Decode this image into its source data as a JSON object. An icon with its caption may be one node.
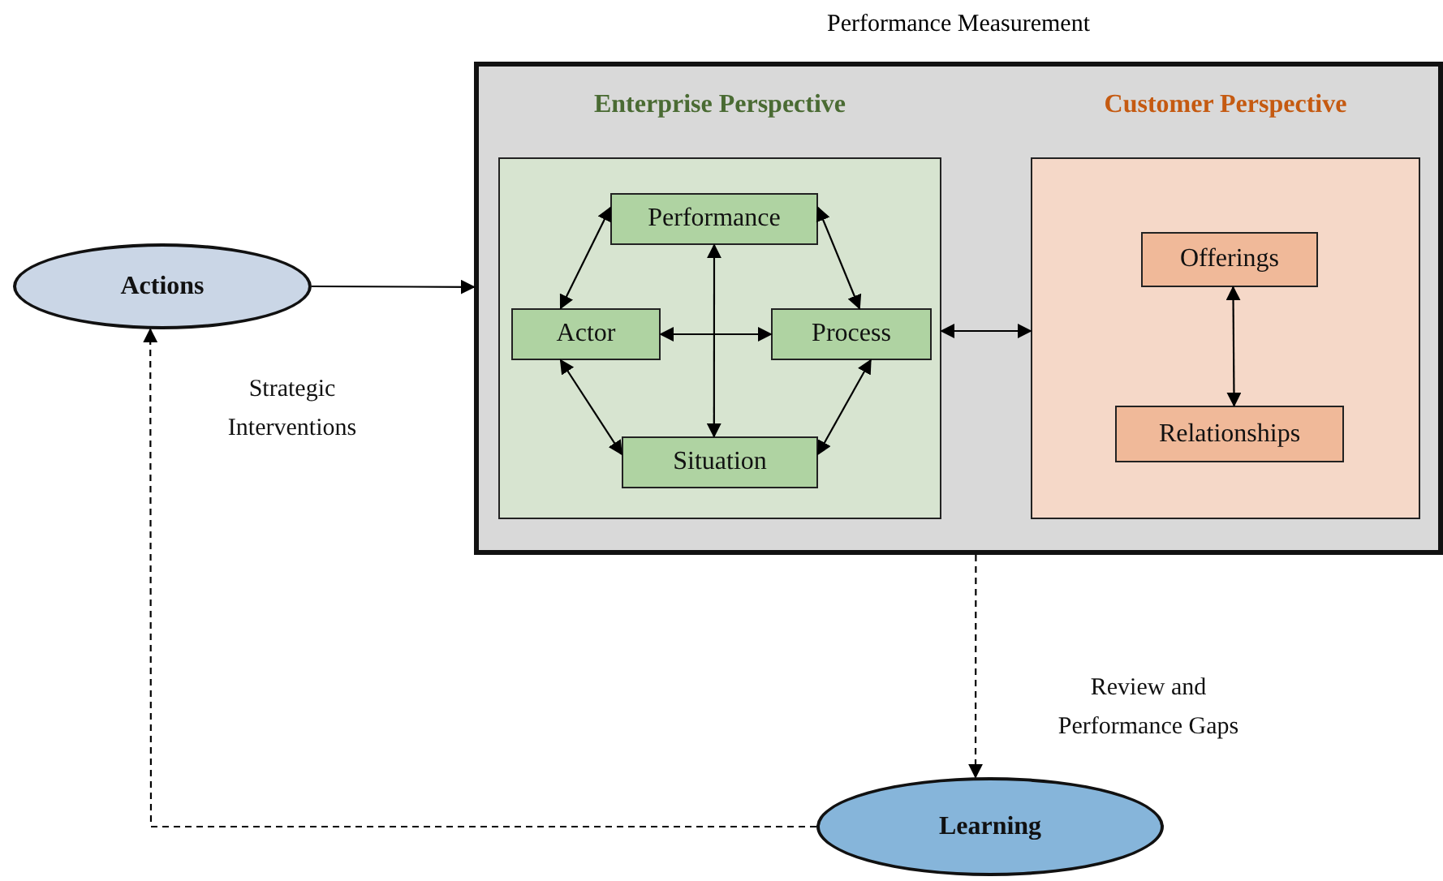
{
  "diagram": {
    "nodes": [
      {
        "text": [
          "Performance Measurement"
        ]
      },
      {
        "text": [
          "Enterprise Perspective"
        ],
        "in": 0
      },
      {
        "text": [
          "Performance"
        ],
        "in": 1
      },
      {
        "text": [
          "Actor"
        ],
        "in": 1
      },
      {
        "text": [
          "Process"
        ],
        "in": 1
      },
      {
        "text": [
          "Situation"
        ],
        "in": 1
      },
      {
        "text": [
          "Customer Perspective"
        ],
        "in": 0
      },
      {
        "text": [
          "Offerings"
        ],
        "in": 6
      },
      {
        "text": [
          "Relationships"
        ],
        "in": 6
      },
      {
        "text": [
          "Actions"
        ]
      },
      {
        "text": [
          "Learning"
        ]
      }
    ],
    "edges": [
      {
        "from": 9,
        "to": 0,
        "arrow": "to"
      },
      {
        "from": 2,
        "to": 3,
        "arrow": "both"
      },
      {
        "from": 2,
        "to": 4,
        "arrow": "both"
      },
      {
        "from": 3,
        "to": 5,
        "arrow": "both"
      },
      {
        "from": 4,
        "to": 5,
        "arrow": "both"
      },
      {
        "from": 2,
        "to": 5,
        "arrow": "both"
      },
      {
        "from": 3,
        "to": 4,
        "arrow": "both"
      },
      {
        "from": 1,
        "to": 6,
        "arrow": "both"
      },
      {
        "from": 7,
        "to": 8,
        "arrow": "both"
      },
      {
        "from": 0,
        "to": 10,
        "arrow": "to",
        "label": "Review and Performance Gaps",
        "style": "dashed"
      },
      {
        "from": 10,
        "to": 9,
        "arrow": "to",
        "label": "Strategic Interventions",
        "style": "dashed"
      }
    ]
  }
}
